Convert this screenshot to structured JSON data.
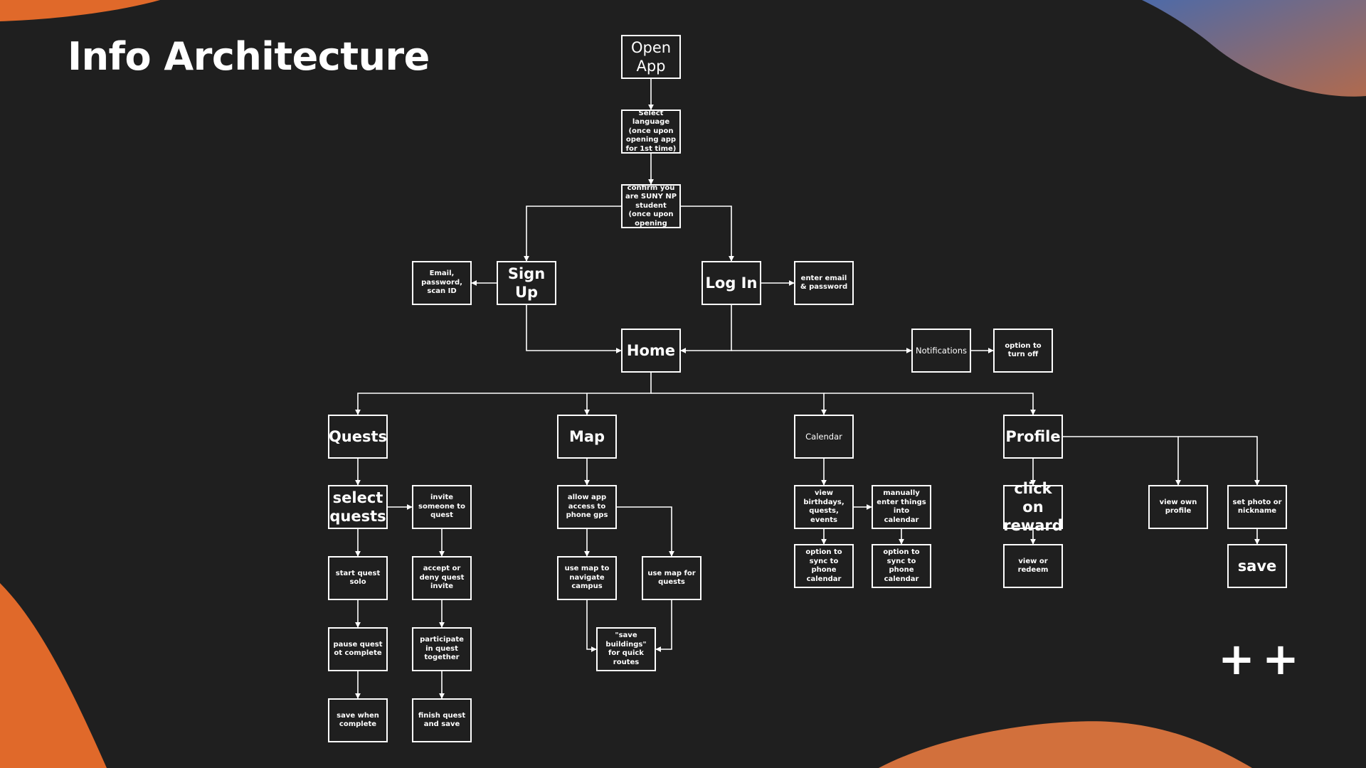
{
  "slide": {
    "title": "Info Architecture",
    "colors": {
      "background": "#1f1f1f",
      "accent_orange": "#e0692a",
      "accent_blue": "#5c6f9c",
      "line": "#ffffff"
    },
    "decorations": [
      "plus-icon",
      "plus-icon"
    ]
  },
  "diagram": {
    "nodes": [
      {
        "id": "open_app",
        "label": "Open App"
      },
      {
        "id": "select_language",
        "label": "Select language (once upon opening app for 1st time)"
      },
      {
        "id": "confirm_student",
        "label": "confirm you are SUNY NP student (once upon opening"
      },
      {
        "id": "sign_up_details",
        "label": "Email, password, scan ID"
      },
      {
        "id": "sign_up",
        "label": "Sign Up"
      },
      {
        "id": "log_in",
        "label": "Log In"
      },
      {
        "id": "log_in_details",
        "label": "enter email & password"
      },
      {
        "id": "home",
        "label": "Home"
      },
      {
        "id": "notifications",
        "label": "Notifications"
      },
      {
        "id": "turn_off",
        "label": "option to turn off"
      },
      {
        "id": "quests",
        "label": "Quests"
      },
      {
        "id": "map",
        "label": "Map"
      },
      {
        "id": "calendar",
        "label": "Calendar"
      },
      {
        "id": "profile",
        "label": "Profile"
      },
      {
        "id": "select_quests",
        "label": "select quests"
      },
      {
        "id": "invite",
        "label": "invite someone to quest"
      },
      {
        "id": "start_solo",
        "label": "start quest solo"
      },
      {
        "id": "accept_deny",
        "label": "accept or deny quest invite"
      },
      {
        "id": "pause",
        "label": "pause quest ot complete"
      },
      {
        "id": "participate",
        "label": "participate in quest together"
      },
      {
        "id": "save_complete",
        "label": "save when complete"
      },
      {
        "id": "finish_save",
        "label": "finish quest and save"
      },
      {
        "id": "allow_gps",
        "label": "allow app access to phone gps"
      },
      {
        "id": "navigate",
        "label": "use map to navigate campus"
      },
      {
        "id": "map_quests",
        "label": "use map for quests"
      },
      {
        "id": "save_buildings",
        "label": "\"save buildings\" for quick routes"
      },
      {
        "id": "view_birthdays",
        "label": "view birthdays, quests, events"
      },
      {
        "id": "manually_enter",
        "label": "manually enter things into calendar"
      },
      {
        "id": "sync1",
        "label": "option to sync to phone calendar"
      },
      {
        "id": "sync2",
        "label": "option to sync to phone calendar"
      },
      {
        "id": "click_reward",
        "label": "click on reward"
      },
      {
        "id": "view_redeem",
        "label": "view or redeem"
      },
      {
        "id": "view_profile",
        "label": "view own profile"
      },
      {
        "id": "set_photo",
        "label": "set photo or nickname"
      },
      {
        "id": "save",
        "label": "save"
      }
    ],
    "edges": [
      [
        "open_app",
        "select_language"
      ],
      [
        "select_language",
        "confirm_student"
      ],
      [
        "confirm_student",
        "sign_up"
      ],
      [
        "confirm_student",
        "log_in"
      ],
      [
        "sign_up",
        "sign_up_details"
      ],
      [
        "log_in",
        "log_in_details"
      ],
      [
        "sign_up",
        "home"
      ],
      [
        "log_in",
        "home"
      ],
      [
        "log_in",
        "notifications"
      ],
      [
        "notifications",
        "turn_off"
      ],
      [
        "home",
        "quests"
      ],
      [
        "home",
        "map"
      ],
      [
        "home",
        "calendar"
      ],
      [
        "home",
        "profile"
      ],
      [
        "quests",
        "select_quests"
      ],
      [
        "select_quests",
        "invite"
      ],
      [
        "select_quests",
        "start_solo"
      ],
      [
        "start_solo",
        "pause"
      ],
      [
        "pause",
        "save_complete"
      ],
      [
        "invite",
        "accept_deny"
      ],
      [
        "accept_deny",
        "participate"
      ],
      [
        "participate",
        "finish_save"
      ],
      [
        "map",
        "allow_gps"
      ],
      [
        "allow_gps",
        "navigate"
      ],
      [
        "allow_gps",
        "map_quests"
      ],
      [
        "navigate",
        "save_buildings"
      ],
      [
        "map_quests",
        "save_buildings"
      ],
      [
        "calendar",
        "view_birthdays"
      ],
      [
        "view_birthdays",
        "manually_enter"
      ],
      [
        "view_birthdays",
        "sync1"
      ],
      [
        "manually_enter",
        "sync2"
      ],
      [
        "profile",
        "click_reward"
      ],
      [
        "click_reward",
        "view_redeem"
      ],
      [
        "profile",
        "view_profile"
      ],
      [
        "profile",
        "set_photo"
      ],
      [
        "set_photo",
        "save"
      ]
    ]
  }
}
